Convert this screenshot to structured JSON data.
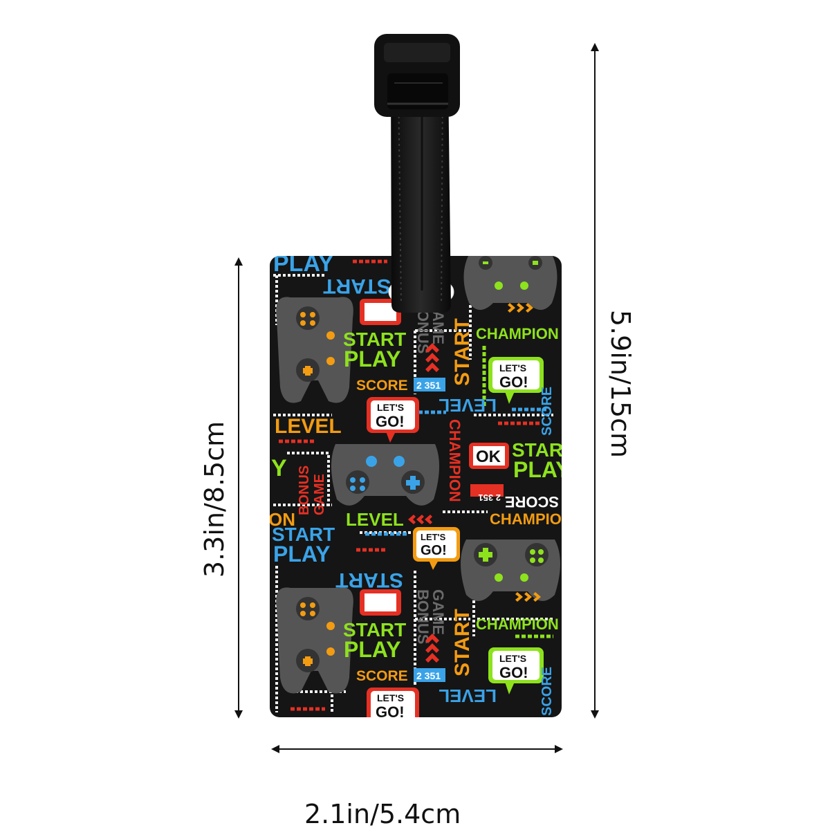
{
  "dimensions": {
    "width_label": "2.1in/5.4cm",
    "card_height_label": "3.3in/8.5cm",
    "total_height_label": "5.9in/15cm"
  },
  "pattern": {
    "words": {
      "play": "PLAY",
      "start": "START",
      "ok": "OK",
      "bonus": "BONUS",
      "game": "GAME",
      "score": "SCORE",
      "score_value": "2 351",
      "champion": "CHAMPION",
      "champio": "CHAMPIO",
      "level": "LEVEL",
      "lets": "LET'S",
      "go": "GO!"
    },
    "colors": {
      "background": "#151515",
      "green": "#8ee21d",
      "blue": "#3aa3e8",
      "orange": "#f39c12",
      "red": "#e53024",
      "gray": "#6a6a6a",
      "controller": "#555555"
    }
  }
}
